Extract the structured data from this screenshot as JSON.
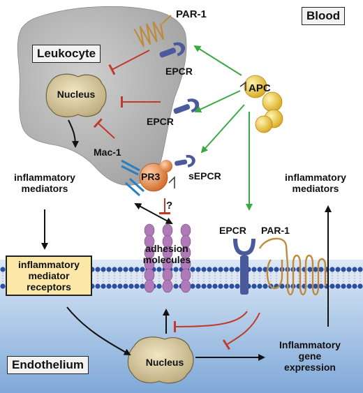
{
  "labels": {
    "blood": "Blood",
    "leukocyte": "Leukocyte",
    "par1_top": "PAR-1",
    "epcr_1": "EPCR",
    "epcr_2": "EPCR",
    "epcr_3": "EPCR",
    "apc": "APC",
    "nucleus_leuk": "Nucleus",
    "mac1": "Mac-1",
    "pr3": "PR3",
    "sepcr": "sEPCR",
    "question": "?",
    "inflammatory_mediators_left": "inflammatory\nmediators",
    "inflammatory_mediators_right": "inflammatory\nmediators",
    "adhesion_molecules": "adhesion\nmolecules",
    "par1_endo": "PAR-1",
    "receptors": "inflammatory\nmediator\nreceptors",
    "endothelium": "Endothelium",
    "nucleus_endo": "Nucleus",
    "gene_expression": "Inflammatory\ngene\nexpression"
  },
  "colors": {
    "activation_arrow": "#3aa845",
    "inhibition": "#c0392b",
    "receptor": "#4a5a9a",
    "par1": "#c08a3a",
    "apc": "#e8c43a",
    "pr3": "#e8894a",
    "mac1": "#2a7fc0",
    "adhesion": "#b07ab8",
    "membrane_head": "#2a4fa0",
    "endothelium_bg": "#9cc0e6",
    "receptor_box": "#fbe8a8",
    "nucleus": "#d4c49a",
    "leukocyte": "#b5b5b5"
  }
}
